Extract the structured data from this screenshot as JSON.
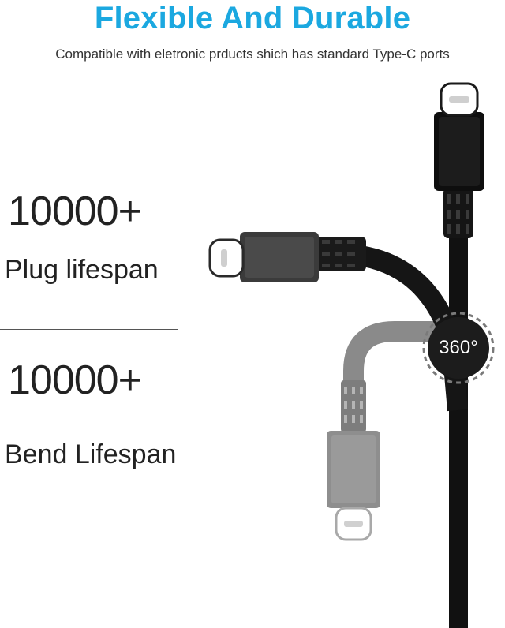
{
  "title": "Flexible And Durable",
  "subtitle": "Compatible with eletronic prducts shich has standard Type-C ports",
  "stats": [
    {
      "value": "10000+",
      "label": "Plug lifespan"
    },
    {
      "value": "10000+",
      "label": "Bend Lifespan"
    }
  ],
  "badge": "360°",
  "colors": {
    "accent": "#1ba8e0",
    "cable": "#111111",
    "cable_faded": "#8a8a8a"
  }
}
